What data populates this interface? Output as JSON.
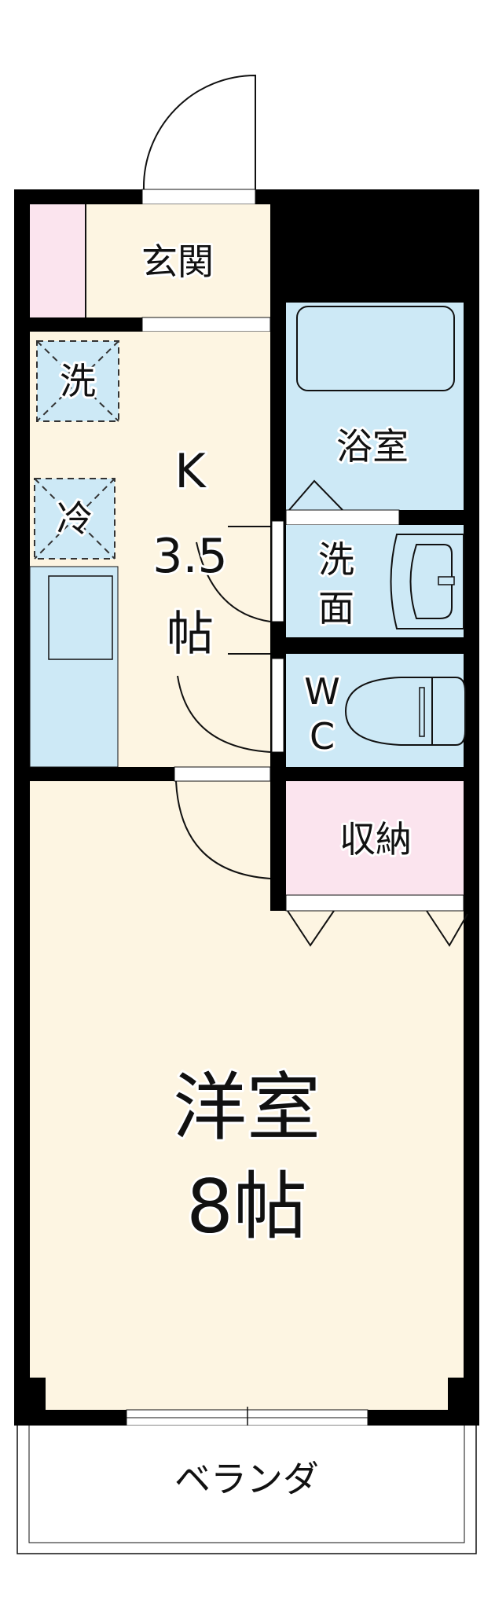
{
  "floorplan": {
    "rooms": {
      "entrance": "玄関",
      "washer": "洗",
      "fridge": "冷",
      "kitchen": {
        "name": "K",
        "size": "3.5",
        "unit": "帖"
      },
      "bath": "浴室",
      "washroom": [
        "洗",
        "面"
      ],
      "toilet": [
        "W",
        "C"
      ],
      "storage": "収納",
      "western_room": {
        "name": "洋室",
        "size": "8帖"
      },
      "balcony": "ベランダ"
    },
    "colors": {
      "floor": "#fdf5e2",
      "wet": "#cde9f6",
      "storage": "#fbe4ee",
      "wall": "#000000"
    }
  }
}
